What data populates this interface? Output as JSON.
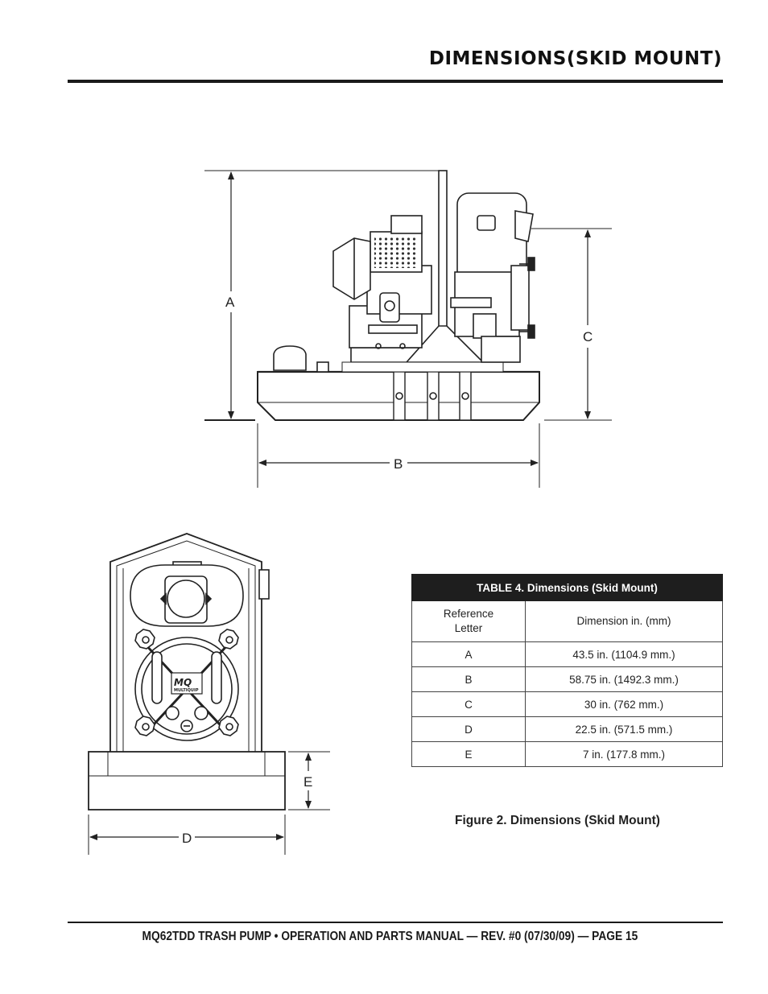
{
  "header": {
    "title": "DIMENSIONS(SKID MOUNT)"
  },
  "figure": {
    "labels": {
      "a": "A",
      "b": "B",
      "c": "C",
      "d": "D",
      "e": "E"
    },
    "logo_text": "MQ",
    "logo_subtext": "MULTIQUIP",
    "caption": "Figure 2. Dimensions (Skid Mount)"
  },
  "table": {
    "title": "TABLE 4.  Dimensions (Skid Mount)",
    "col1_header": "Reference Letter",
    "col2_header": "Dimension in. (mm)",
    "rows": [
      {
        "letter": "A",
        "dimension": "43.5 in. (1104.9 mm.)"
      },
      {
        "letter": "B",
        "dimension": "58.75 in. (1492.3 mm.)"
      },
      {
        "letter": "C",
        "dimension": "30 in. (762 mm.)"
      },
      {
        "letter": "D",
        "dimension": "22.5 in. (571.5 mm.)"
      },
      {
        "letter": "E",
        "dimension": "7 in. (177.8 mm.)"
      }
    ]
  },
  "footer": {
    "text": "MQ62TDD TRASH PUMP • OPERATION AND PARTS MANUAL — REV. #0 (07/30/09) — PAGE 15"
  }
}
